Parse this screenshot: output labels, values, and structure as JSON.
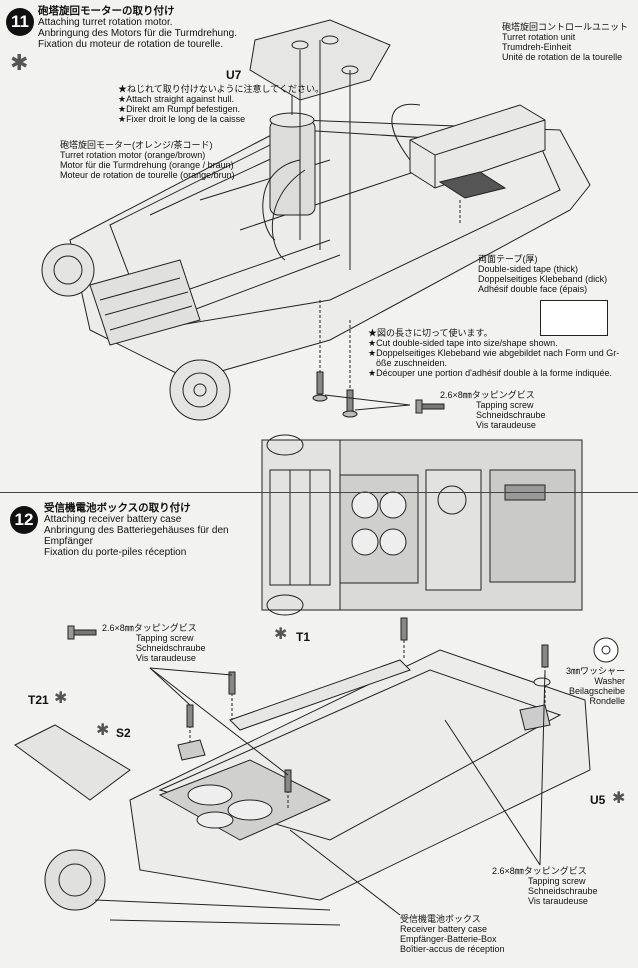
{
  "step11": {
    "number": "11",
    "title_jp": "砲塔旋回モーターの取り付け",
    "title_en": "Attaching turret rotation motor.",
    "title_de": "Anbringung des Motors für die Turmdrehung.",
    "title_fr": "Fixation du moteur de rotation de tourelle.",
    "part_u7": "U7",
    "caution_jp": "★ねじれて取り付けないように注意してください。",
    "caution_en": "★Attach straight against hull.",
    "caution_de": "★Direkt am Rumpf befestigen.",
    "caution_fr": "★Fixer droit le long de la caisse",
    "motor_jp": "砲塔旋回モーター(オレンジ/茶コード)",
    "motor_en": "Turret rotation motor (orange/brown)",
    "motor_de": "Motor für die Turmdrehung (orange / braun)",
    "motor_fr": "Moteur de rotation de tourelle (orange/brun)",
    "unit_jp": "砲塔旋回コントロールユニット",
    "unit_en": "Turret rotation unit",
    "unit_de": "Trumdreh-Einheit",
    "unit_fr": "Unité de rotation de la tourelle",
    "tape_jp": "両面テープ(厚)",
    "tape_en": "Double-sided tape (thick)",
    "tape_de": "Doppelseitiges Klebeband (dick)",
    "tape_fr": "Adhésif double face (épais)",
    "cut_jp": "★図の長さに切って使います。",
    "cut_en": "★Cut double-sided tape into size/shape shown.",
    "cut_de1": "★Doppelseitiges Klebeband wie abgebildet nach Form und Gr-",
    "cut_de2": "öße zuschneiden.",
    "cut_fr": "★Découper une portion d'adhésif double à la forme indiquée.",
    "screw_jp": "2.6×8㎜タッピングビス",
    "screw_en": "Tapping screw",
    "screw_de": "Schneidschraube",
    "screw_fr": "Vis taraudeuse"
  },
  "step12": {
    "number": "12",
    "title_jp": "受信機電池ボックスの取り付け",
    "title_en": "Attaching receiver battery case",
    "title_de1": "Anbringung des Batteriegehäuses für den",
    "title_de2": "Empfänger",
    "title_fr": "Fixation du porte-piles réception",
    "screw_jp": "2.6×8㎜タッピングビス",
    "screw_en": "Tapping screw",
    "screw_de": "Schneidschraube",
    "screw_fr": "Vis taraudeuse",
    "part_t1": "T1",
    "part_t21": "T21",
    "part_s2": "S2",
    "part_u5": "U5",
    "washer_jp": "3㎜ワッシャー",
    "washer_en": "Washer",
    "washer_de": "Beilagscheibe",
    "washer_fr": "Rondelle",
    "screw2_jp": "2.6×8㎜タッピングビス",
    "screw2_en": "Tapping screw",
    "screw2_de": "Schneidschraube",
    "screw2_fr": "Vis taraudeuse",
    "box_jp": "受信機電池ボックス",
    "box_en": "Receiver battery case",
    "box_de": "Empfänger-Batterie-Box",
    "box_fr": "Boîtier-accus de réception"
  },
  "icons": [
    "screwdriver-icon",
    "washer-icon",
    "cement-icon"
  ]
}
